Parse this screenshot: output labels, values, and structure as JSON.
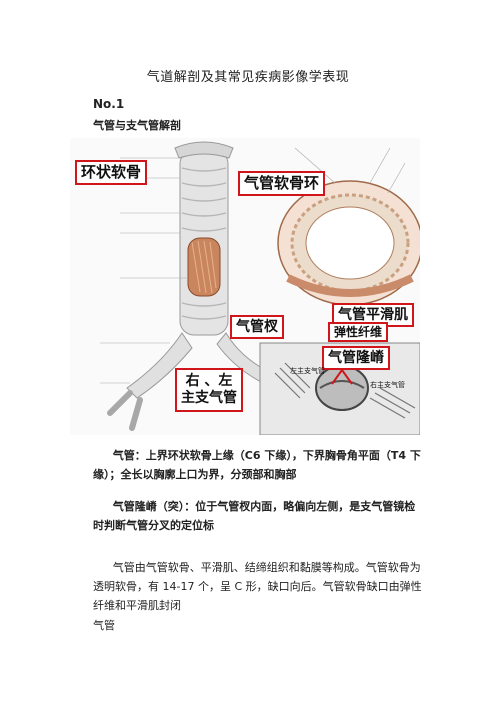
{
  "title": "气道解剖及其常见疾病影像学表现",
  "section_no": "No.1",
  "subheading": "气管与支气管解剖",
  "figure": {
    "callouts": {
      "cricoid": "环状软骨",
      "tracheal_ring": "气管软骨环",
      "carina_bifurcation": "气管杈",
      "smooth_muscle": "气管平滑肌",
      "elastic_fiber": "弹性纤维",
      "main_bronchi_line1": "右 、左",
      "main_bronchi_line2": "主支气管",
      "carina": "气管隆嵴"
    },
    "inset_labels": {
      "left_main": "左主支气管",
      "right_main": "右主支气管"
    }
  },
  "paragraphs": {
    "p1": "气管：上界环状软骨上缘（C6 下缘），下界胸骨角平面（T4 下缘）；全长以胸廓上口为界，分颈部和胸部",
    "p2": "气管隆嵴（突）：位于气管杈内面，略偏向左侧，是支气管镜检时判断气管分叉的定位标",
    "p3": "气管由气管软骨、平滑肌、结缔组织和黏膜等构成。气管软骨为透明软骨，有 14-17 个，呈 C 形，缺口向后。气管软骨缺口由弹性纤维和平滑肌封闭"
  },
  "tail_text": "气管",
  "colors": {
    "callout_border": "#d0161b"
  }
}
